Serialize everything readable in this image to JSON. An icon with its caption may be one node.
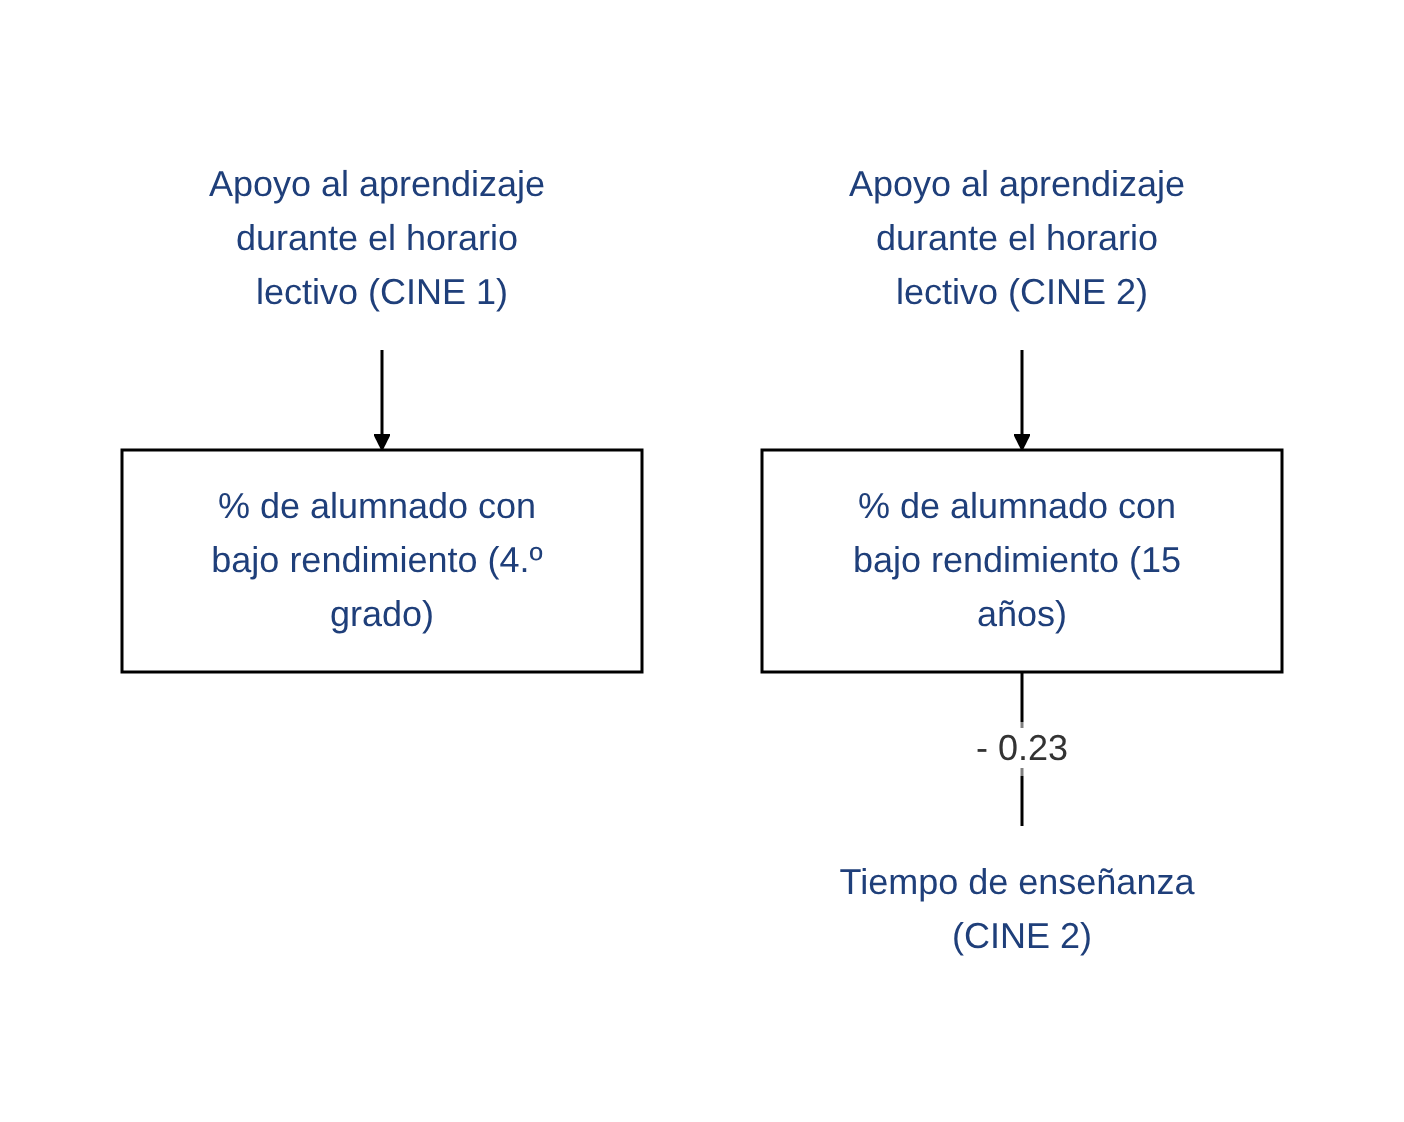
{
  "diagram": {
    "nodes": [
      {
        "text": [
          "Apoyo al aprendizaje durante el horario lectivo (CINE 1)"
        ]
      },
      {
        "text": [
          "Apoyo al aprendizaje durante el horario lectivo (CINE 2)"
        ]
      },
      {
        "text": [
          "% de alumnado con bajo rendimiento (4.º grado)"
        ]
      },
      {
        "text": [
          "% de alumnado con bajo rendimiento (15 años)"
        ]
      },
      {
        "text": [
          "Tiempo de enseñanza (CINE 2)"
        ]
      }
    ],
    "edges": [
      {
        "from": 0,
        "to": 2,
        "arrow": "to"
      },
      {
        "from": 1,
        "to": 3,
        "arrow": "to"
      },
      {
        "from": 3,
        "to": 4,
        "arrow": "none",
        "label": "- 0.23"
      }
    ]
  }
}
